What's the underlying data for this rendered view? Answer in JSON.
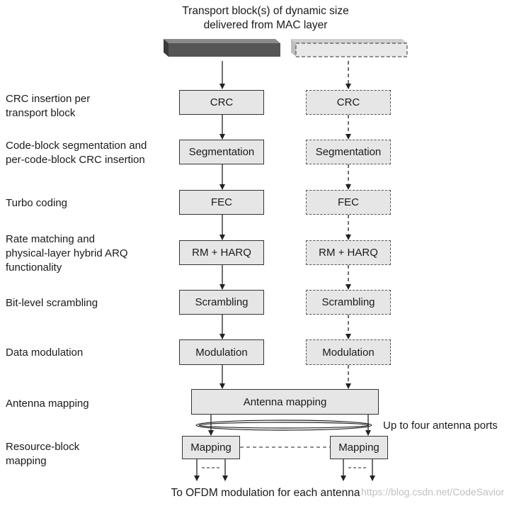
{
  "title_lines": [
    "Transport block(s) of dynamic size",
    "delivered from MAC layer"
  ],
  "labels": {
    "crc": [
      "CRC insertion per",
      "transport block"
    ],
    "seg": [
      "Code-block segmentation and",
      "per-code-block CRC insertion"
    ],
    "turbo": [
      "Turbo coding"
    ],
    "rate": [
      "Rate matching and",
      "physical-layer hybrid ARQ",
      "functionality"
    ],
    "scr": [
      "Bit-level scrambling"
    ],
    "mod": [
      "Data modulation"
    ],
    "ant": [
      "Antenna mapping"
    ],
    "res": [
      "Resource-block",
      "mapping"
    ]
  },
  "boxes": {
    "crc": "CRC",
    "seg": "Segmentation",
    "fec": "FEC",
    "rm": "RM + HARQ",
    "scr": "Scrambling",
    "mod": "Modulation",
    "antenna": "Antenna mapping",
    "mapping": "Mapping"
  },
  "ports_label": "Up to four antenna ports",
  "bottom_text": "To OFDM modulation for each antenna",
  "watermark": "https://blog.csdn.net/CodeSavior"
}
